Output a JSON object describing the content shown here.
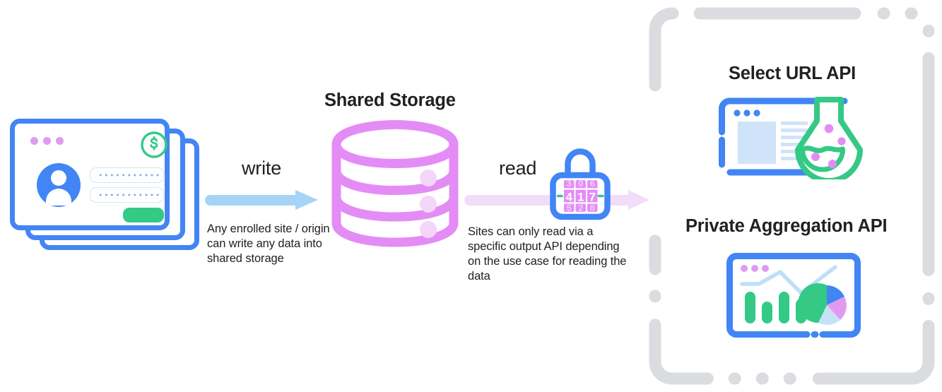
{
  "diagram": {
    "title": "Shared Storage write and read flow",
    "center": {
      "label": "Shared Storage",
      "icon_name": "database-cylinder-icon",
      "color": "#E48CF5"
    },
    "left": {
      "icon_name": "browser-login-cards-icon",
      "window_dots": [
        "dot",
        "dot",
        "dot"
      ],
      "money_badge": "$",
      "password_mask_1": "•••••••••••",
      "password_mask_2": "•••••••••••",
      "submit_button_label": ""
    },
    "write_flow": {
      "label": "write",
      "caption": "Any enrolled site / origin can write any data into shared storage",
      "arrow_color": "#A6D4F7"
    },
    "read_flow": {
      "label": "read",
      "caption": "Sites can only read via a specific output API depending on the use case for reading the data",
      "arrow_color": "#F2DDF8",
      "lock": {
        "icon_name": "combination-padlock-icon",
        "digits": [
          "4",
          "1",
          "7"
        ],
        "body_color": "#4285F4",
        "dial_color": "#E48CF5"
      }
    },
    "output_apis": {
      "panel_border_color": "#DADCE0",
      "items": [
        {
          "label": "Select URL API",
          "icon_name": "browser-flask-icon"
        },
        {
          "label": "Private Aggregation API",
          "icon_name": "browser-charts-icon"
        }
      ]
    },
    "palette": {
      "blue": "#4285F4",
      "light_blue": "#A6D4F7",
      "pale_blue": "#CFE3F9",
      "green": "#34C985",
      "purple": "#E48CF5",
      "pale_purple": "#F2DDF8",
      "gray": "#DADCE0",
      "text": "#202124"
    }
  }
}
